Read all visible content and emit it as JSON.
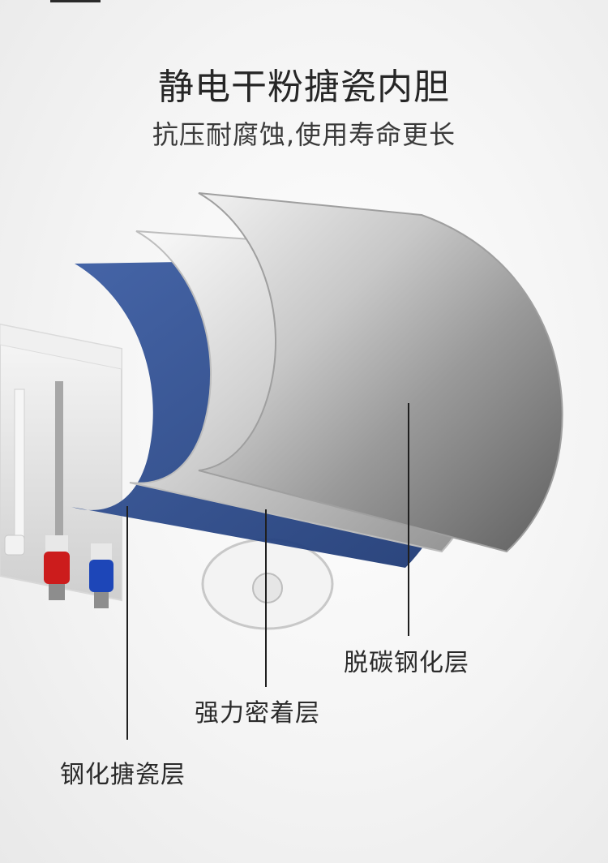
{
  "headline": "静电干粉搪瓷内胆",
  "subheadline": "抗压耐腐蚀,使用寿命更长",
  "layers": [
    {
      "label": "脱碳钢化层"
    },
    {
      "label": "强力密着层"
    },
    {
      "label": "钢化搪瓷层"
    }
  ],
  "colors": {
    "enamel_blue": "#2f4f8f",
    "steel_light": "#d9d9d9",
    "steel_dark": "#7a7a7a",
    "pipe_red": "#cc1c1c",
    "pipe_blue": "#1d46b8"
  }
}
